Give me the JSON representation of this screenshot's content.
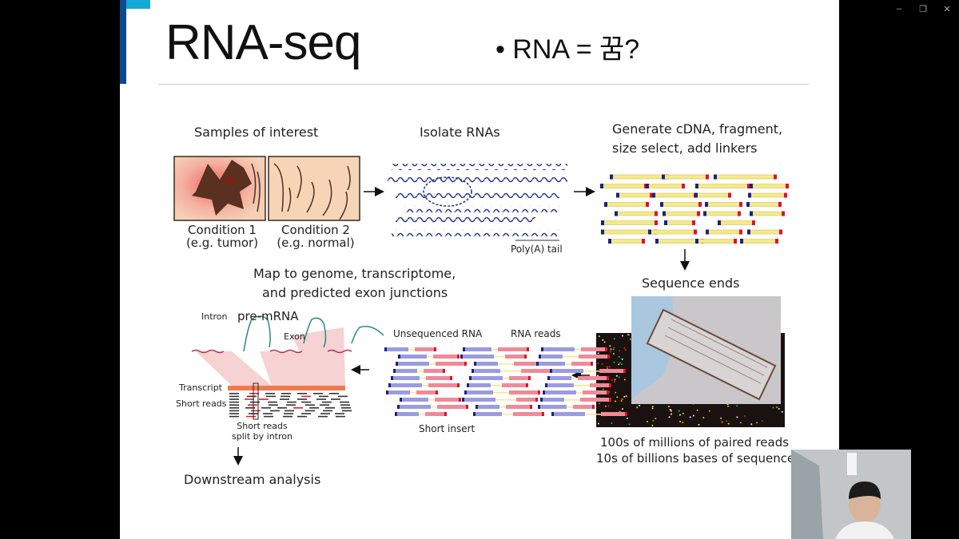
{
  "window_controls": {
    "minimize": "–",
    "restore": "❐",
    "close": "✕"
  },
  "slide": {
    "title": "RNA-seq",
    "bullet": "• RNA = 꿈?",
    "steps": {
      "samples": {
        "heading": "Samples of interest",
        "condition1": "Condition 1",
        "condition1_sub": "(e.g. tumor)",
        "condition2": "Condition 2",
        "condition2_sub": "(e.g. normal)"
      },
      "isolate": {
        "heading": "Isolate RNAs",
        "polya": "Poly(A) tail"
      },
      "cdna": {
        "heading_line1": "Generate cDNA, fragment,",
        "heading_line2": "size select, add linkers"
      },
      "sequence": {
        "heading": "Sequence ends",
        "caption_line1": "100s of millions of paired reads",
        "caption_line2": "10s of billions bases of sequence"
      },
      "reads": {
        "unsequenced": "Unsequenced RNA",
        "rna_reads": "RNA reads",
        "short_insert": "Short insert"
      },
      "map": {
        "heading_line1": "Map to genome, transcriptome,",
        "heading_line2": "and predicted exon junctions",
        "intron": "Intron",
        "premrna": "pre-mRNA",
        "exon": "Exon",
        "transcript": "Transcript",
        "short_reads": "Short reads",
        "split_line1": "Short reads",
        "split_line2": "split by intron"
      },
      "downstream": "Downstream analysis"
    }
  },
  "colors": {
    "accent_dark": "#0b4b8c",
    "accent_light": "#13a9d4",
    "linker_blue": "#1a237e",
    "linker_red": "#e0102a",
    "fragment_yellow": "#f5e98a",
    "read_blue": "#9b9be0",
    "read_red": "#f08a98"
  }
}
